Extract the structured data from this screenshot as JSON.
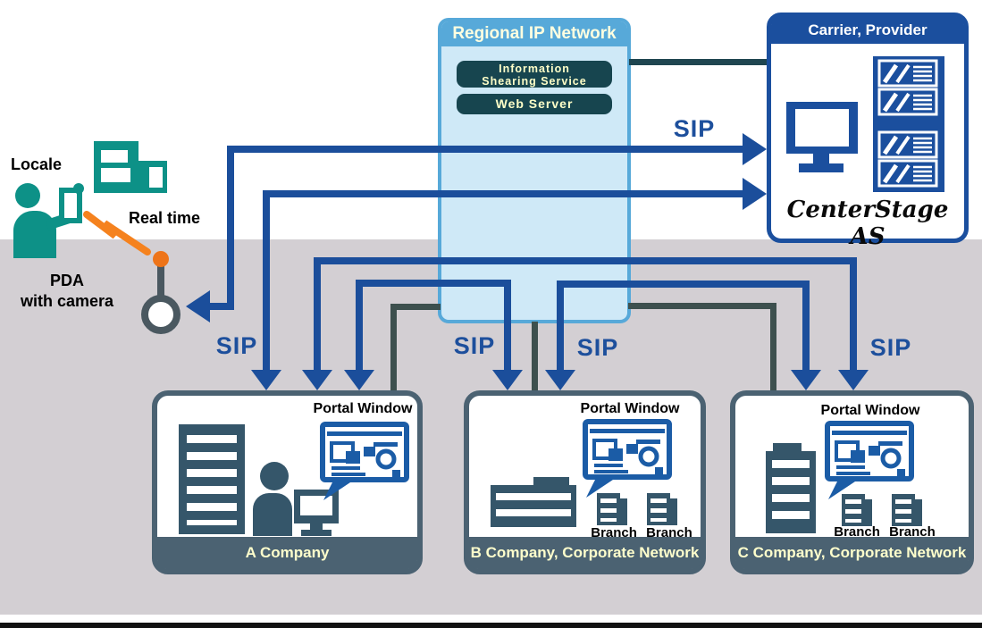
{
  "palette": {
    "arrow_blue": "#1b4e9b",
    "connector_dark": "#3d504e",
    "network_line_teal": "#1f4650",
    "regional_border": "#57a9d9",
    "regional_fill": "#cfe9f7",
    "service_box_teal": "#17454f",
    "carrier_blue": "#1b4f9e",
    "company_slate": "#4b6272",
    "icon_slate": "#35566a",
    "portal_blue": "#1b5ca6",
    "locale_teal": "#0d9187",
    "lightning_orange": "#f5821e",
    "label_cream": "#ffffcc",
    "background_gray": "#d3cfd3"
  },
  "labels": {
    "sip": "SIP"
  },
  "regional": {
    "title": "Regional IP Network",
    "service1_line1": "Information",
    "service1_line2": "Shearing Service",
    "service2": "Web Server"
  },
  "carrier": {
    "title": "Carrier, Provider",
    "brand": "CenterStage AS"
  },
  "locale": {
    "title": "Locale",
    "realtime": "Real time",
    "pda_line1": "PDA",
    "pda_line2": "with camera"
  },
  "companies": [
    {
      "name": "A Company",
      "portal": "Portal Window"
    },
    {
      "name": "B Company, Corporate Network",
      "portal": "Portal Window",
      "branches": "Branch Branch"
    },
    {
      "name": "C Company, Corporate Network",
      "portal": "Portal Window",
      "branches": "Branch Branch"
    }
  ]
}
